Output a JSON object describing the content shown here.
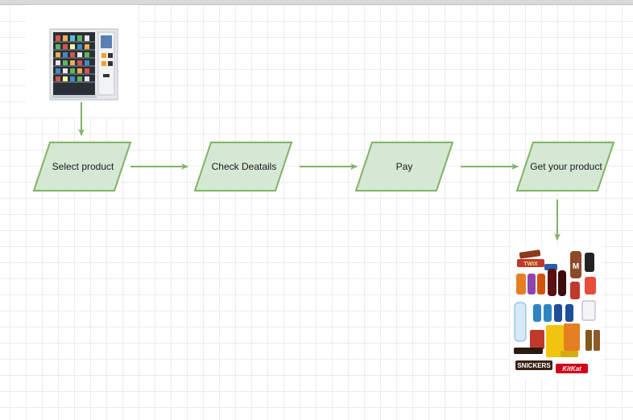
{
  "diagram": {
    "nodes": [
      {
        "id": "select",
        "label": "Select product"
      },
      {
        "id": "check",
        "label": "Check Deatails"
      },
      {
        "id": "pay",
        "label": "Pay"
      },
      {
        "id": "get",
        "label": "Get your product"
      }
    ],
    "images": [
      {
        "id": "vending-machine",
        "depicts": "vending-machine-image"
      },
      {
        "id": "products",
        "depicts": "snacks-and-drinks-image"
      }
    ]
  },
  "colors": {
    "node_fill": "#d5e8d4",
    "node_stroke": "#82b366",
    "edge": "#82b366",
    "grid": "#ececec"
  },
  "products": {
    "brand_labels": [
      "TWIX",
      "SNICKERS",
      "KitKat",
      "M"
    ]
  }
}
